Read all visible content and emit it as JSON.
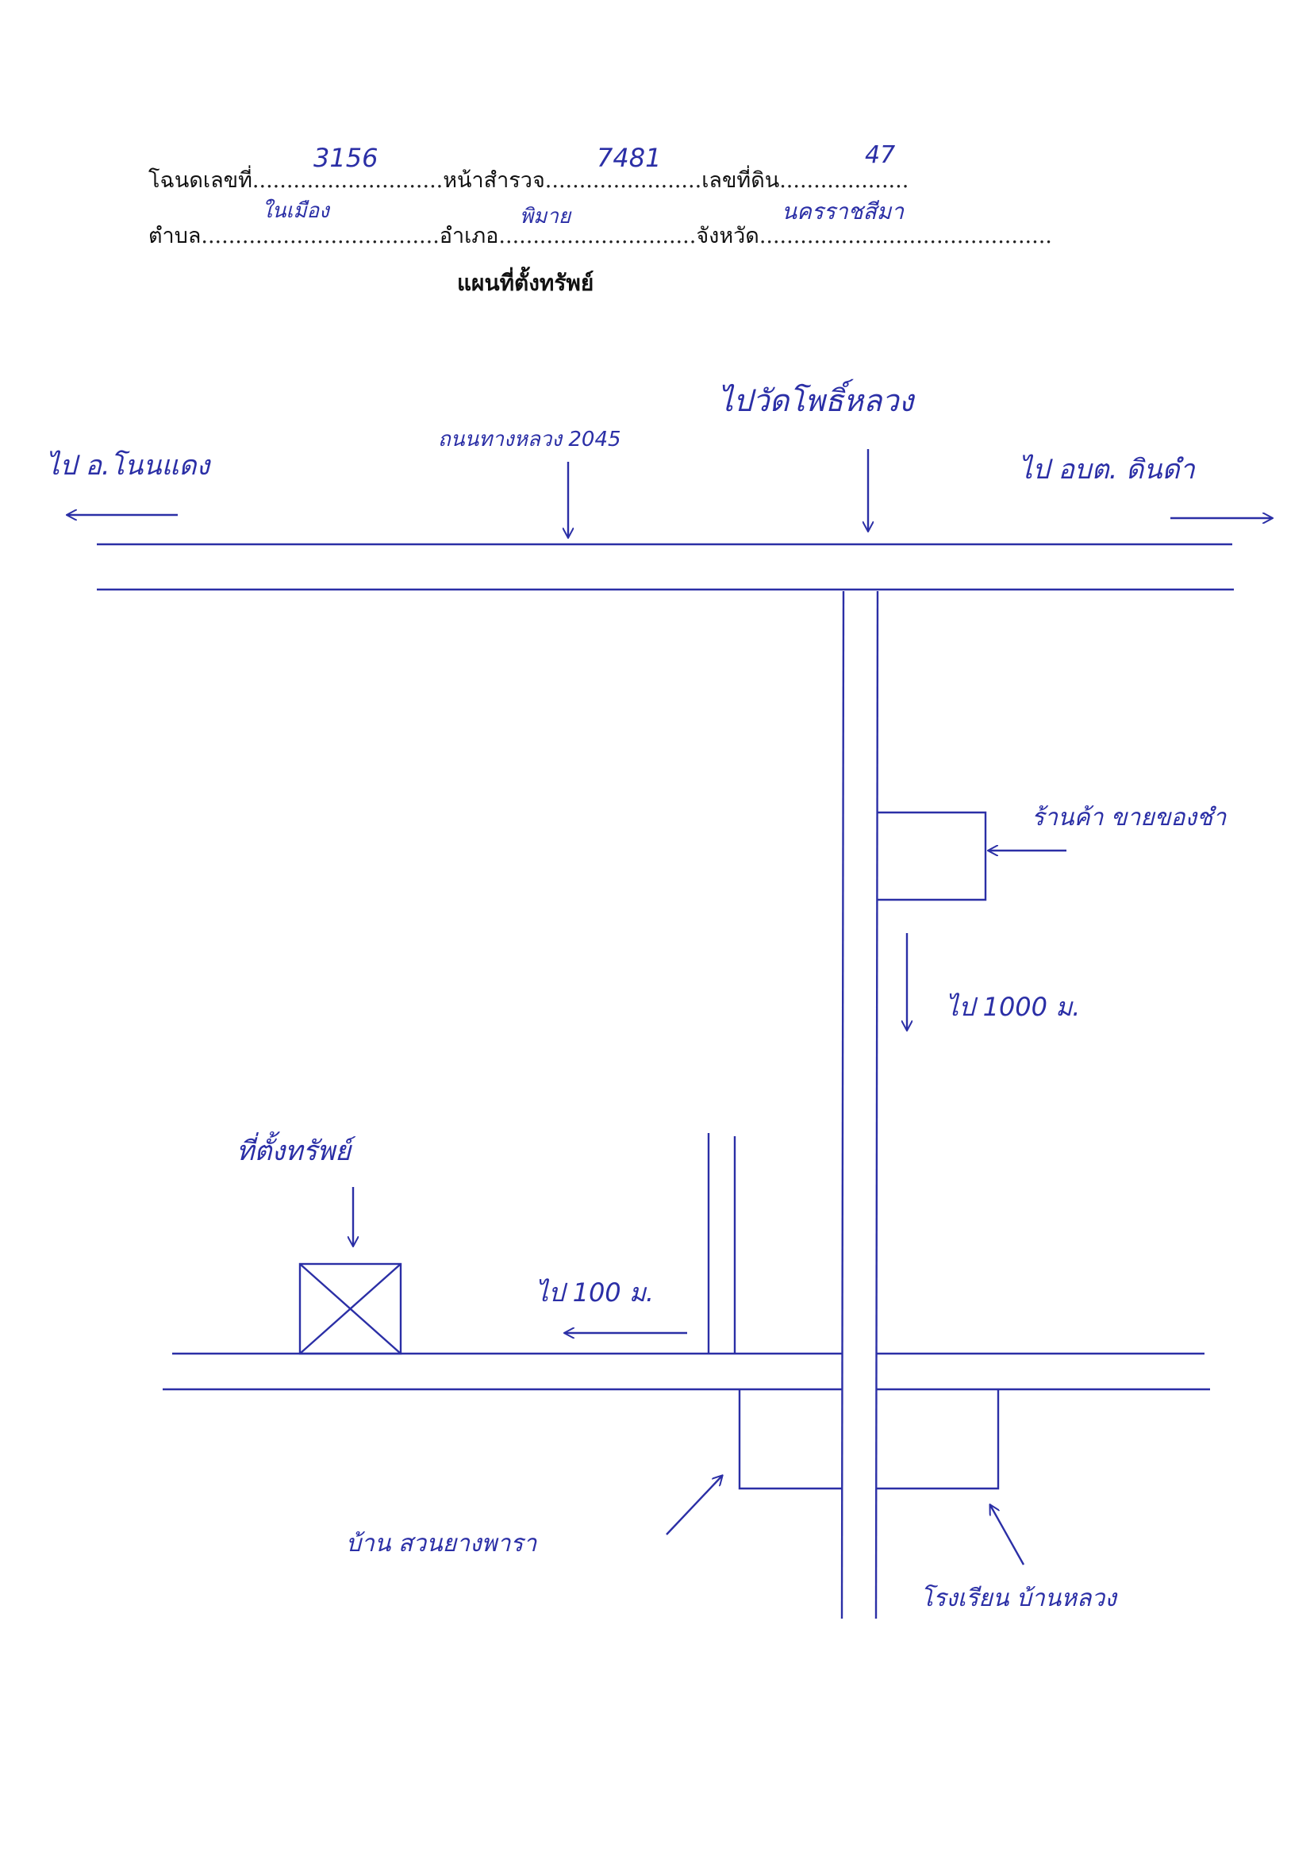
{
  "header": {
    "deed_no_label": "โฉนดเลขที่",
    "deed_no_value": "3156",
    "survey_page_label": "หน้าสำรวจ",
    "survey_page_value": "7481",
    "land_no_label": "เลขที่ดิน",
    "land_no_value": "47",
    "subdistrict_label": "ตำบล",
    "subdistrict_value": "ในเมือง",
    "district_label": "อำเภอ",
    "district_value": "พิมาย",
    "province_label": "จังหวัด",
    "province_value": "นครราชสีมา",
    "dots_short": "............................",
    "dots_mid": ".......................",
    "dots_land": "...................",
    "dots_sub": "...................................",
    "dots_dist": ".............................",
    "dots_prov": "..........................................."
  },
  "title": "แผนที่ตั้งทรัพย์",
  "map": {
    "labels": {
      "to_left": "ไป อ.โนนแดง",
      "road_name": "ถนนทางหลวง 2045",
      "to_market": "ไปวัดโพธิ์หลวง",
      "to_right": "ไป อบต. ดินดำ",
      "shop": "ร้านค้า ขายของชำ",
      "distance_1": "ไป 1000 ม.",
      "property": "ที่ตั้งทรัพย์",
      "distance_2": "ไป 100 ม.",
      "school": "บ้าน สวนยางพารา",
      "temple": "โรงเรียน บ้านหลวง"
    },
    "ink_color": "#2b2fa6"
  }
}
